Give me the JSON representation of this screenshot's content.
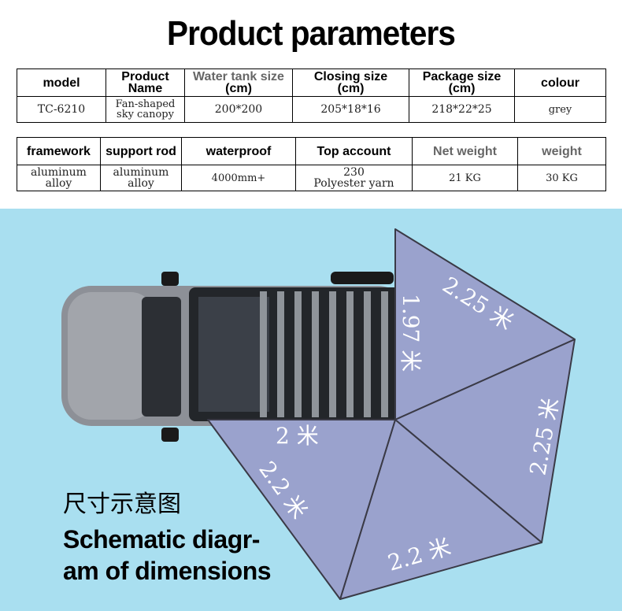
{
  "title": "Product parameters",
  "table1": {
    "headers": [
      [
        "model"
      ],
      [
        "Product",
        "Name"
      ],
      [
        "Water tank size",
        "(cm)"
      ],
      [
        "Closing size",
        "(cm)"
      ],
      [
        "Package size",
        "(cm)"
      ],
      [
        "colour"
      ]
    ],
    "values": [
      [
        "TC-6210"
      ],
      [
        "Fan-shaped",
        "sky canopy"
      ],
      [
        "200*200"
      ],
      [
        "205*18*16"
      ],
      [
        "218*22*25"
      ],
      [
        "grey"
      ]
    ]
  },
  "table2": {
    "headers": [
      [
        "framework"
      ],
      [
        "support rod"
      ],
      [
        "waterproof"
      ],
      [
        "Top account"
      ],
      [
        "Net weight"
      ],
      [
        "weight"
      ]
    ],
    "values": [
      [
        "aluminum",
        "alloy"
      ],
      [
        "aluminum",
        "alloy"
      ],
      [
        "4000mm+"
      ],
      [
        "230",
        "Polyester yarn"
      ],
      [
        "21 KG"
      ],
      [
        "30 KG"
      ]
    ]
  },
  "diagram": {
    "caption_cn": "尺寸示意图",
    "caption_en": [
      "Schematic diagr-",
      "am of dimensions"
    ],
    "dimensions": {
      "side_a": "1.97 米",
      "side_b": "2.25 米",
      "side_c": "2.25 米",
      "side_d": "2 米",
      "side_e": "2.2 米",
      "side_f": "2.2 米"
    },
    "colors": {
      "background": "#a9dff0",
      "canopy": "#9aa2cd",
      "vehicle": "#8d9097"
    }
  }
}
